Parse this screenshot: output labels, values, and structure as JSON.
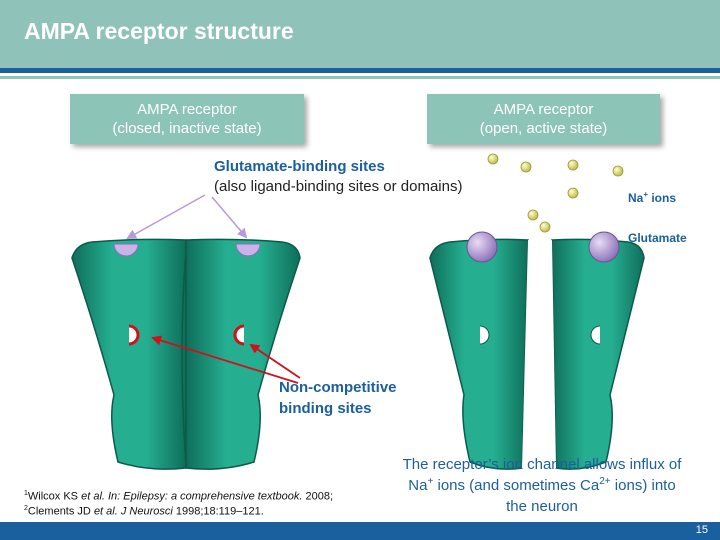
{
  "title": "AMPA receptor structure",
  "closed_box": {
    "line1": "AMPA receptor",
    "line2": "(closed, inactive state)"
  },
  "open_box": {
    "line1": "AMPA receptor",
    "line2": "(open, active state)"
  },
  "glutamate_sites": {
    "title": "Glutamate-binding sites",
    "subtitle": "(also ligand-binding sites or domains)"
  },
  "noncompetitive": {
    "line1": "Non-competitive",
    "line2": "binding sites"
  },
  "legend": {
    "na_prefix": "Na",
    "na_sup": "+",
    "na_suffix": " ions",
    "glutamate": "Glutamate"
  },
  "caption": {
    "part1": "The receptor’s ion channel allows influx of Na",
    "sup1": "+",
    "part2": " ions (and sometimes Ca",
    "sup2": "2+",
    "part3": " ions)  into the neuron"
  },
  "references": [
    {
      "num": "1",
      "author": "Wilcox KS ",
      "etal": "et al. In: Epilepsy: a comprehensive textbook.",
      "rest": " 2008;"
    },
    {
      "num": "2",
      "author": "Clements JD ",
      "etal": "et al. J Neurosci",
      "rest": " 1998;18:119–121."
    }
  ],
  "page_number": "15",
  "colors": {
    "header": "#8fc3b9",
    "brand_blue": "#1a5f9e",
    "receptor": "#1f9a80",
    "arrow_purple": "#b79ad8",
    "arrow_red": "#d0101a",
    "ion": "#d8d870"
  }
}
